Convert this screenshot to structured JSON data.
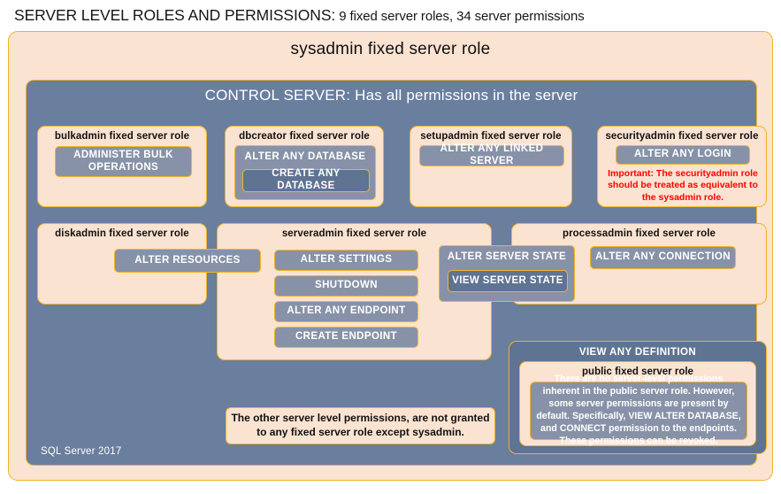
{
  "title": {
    "main": "SERVER LEVEL ROLES AND PERMISSIONS:",
    "sub": " 9 fixed server roles, 34 server permissions"
  },
  "colors": {
    "peach": "#fbe3d2",
    "gold_border": "#f0b429",
    "slate_panel": "#6a7e9e",
    "slate_chip": "#8792a8",
    "slate_chip_dark": "#5f7392",
    "alert_red": "#ff0000",
    "text_dark": "#111111",
    "text_light": "#ffffff"
  },
  "sysadmin": {
    "label": "sysadmin fixed server role"
  },
  "control": {
    "label": "CONTROL SERVER: Has all permissions in the server",
    "footer": "SQL Server 2017"
  },
  "roles": {
    "bulkadmin": {
      "title": "bulkadmin fixed server role",
      "permissions": [
        "ADMINISTER  BULK OPERATIONS"
      ]
    },
    "dbcreator": {
      "title": "dbcreator fixed server role",
      "permissions": [
        "ALTER ANY DATABASE",
        "CREATE  ANY DATABASE"
      ]
    },
    "setupadmin": {
      "title": "setupadmin fixed server role",
      "permissions": [
        "ALTER ANY LINKED SERVER"
      ]
    },
    "securityadmin": {
      "title": "securityadmin fixed server role",
      "permissions": [
        "ALTER ANY LOGIN"
      ],
      "note": "Important:  The securityadmin role should  be treated  as equivalent to the  sysadmin role."
    },
    "diskadmin": {
      "title": "diskadmin fixed server role",
      "permissions": [
        "ALTER RESOURCES"
      ]
    },
    "serveradmin": {
      "title": "serveradmin fixed server role",
      "permissions": [
        "ALTER SETTINGS",
        "SHUTDOWN",
        "ALTER ANY ENDPOINT",
        "CREATE  ENDPOINT",
        "ALTER SERVER STATE",
        "VIEW SERVER  STATE"
      ]
    },
    "processadmin": {
      "title": "processadmin fixed server role",
      "permissions": [
        "ALTER ANY CONNECTION"
      ]
    },
    "public": {
      "outer_label": "VIEW ANY DEFINITION",
      "title": "public  fixed server role",
      "body": "There are no server-level permissions inherent in the public server role. However, some server permissions are present by default. Specifically, VIEW ALTER DATABASE, and CONNECT permission to the endpoints. These permissions can be revoked."
    }
  },
  "notes": {
    "other_permissions": "The other server level permissions,  are not granted to any fixed server role except sysadmin."
  }
}
